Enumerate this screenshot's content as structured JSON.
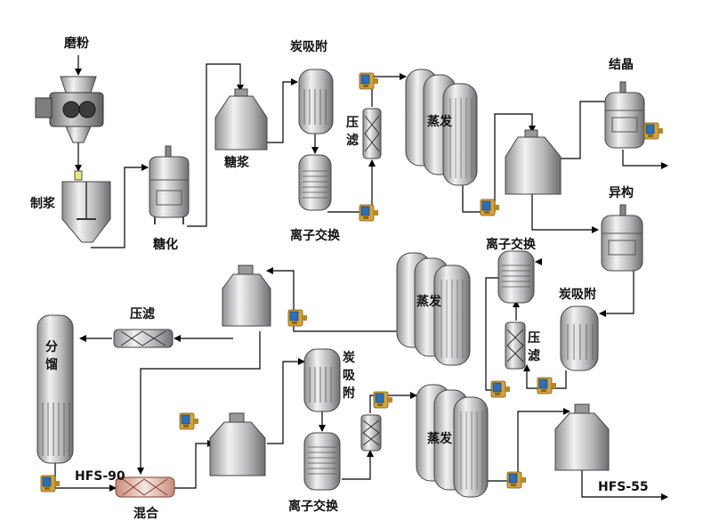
{
  "labels": {
    "mill": "磨粉",
    "slurry": "制浆",
    "saccharify": "糖化",
    "syrup": "糖浆",
    "carbon1": "炭吸附",
    "press1": "压滤",
    "ion1": "离子交换",
    "evap1": "蒸发",
    "crystal": "结晶",
    "isomer": "异构",
    "ion2": "离子交换",
    "press2": "压滤",
    "carbon2": "炭吸附",
    "evap2": "蒸发",
    "press3": "压滤",
    "fractionate": "分馏",
    "hfs90": "HFS-90",
    "mix": "混合",
    "carbon3": "炭吸附",
    "ion3": "离子交换",
    "evap3": "蒸发",
    "hfs55": "HFS-55"
  },
  "colors": {
    "line": "#000000",
    "vessel": "#b9b9bb",
    "monitor_body": "#d4a23a",
    "monitor_screen": "#2b6fb8"
  },
  "icons": [
    "flow-monitor-icon"
  ]
}
